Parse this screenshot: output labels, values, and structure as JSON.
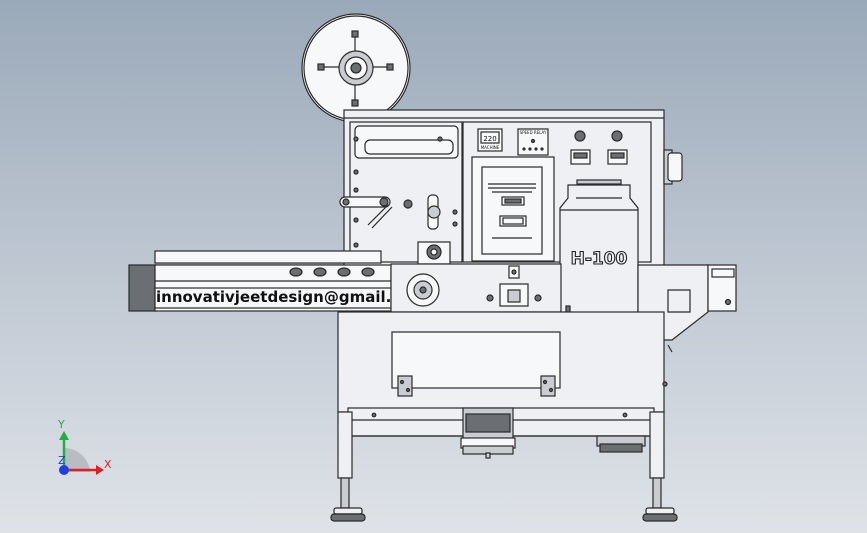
{
  "machine": {
    "model_label": "H-100",
    "email_label": "innovativjeetdesign@gmail.com",
    "panel_display_value": "220",
    "panel_small_label": "MACHINE",
    "panel_right_label": "SPEED RELAY"
  },
  "axis_triad": {
    "x_label": "X",
    "y_label": "Y",
    "z_label": "Z",
    "x_color": "#e02020",
    "y_color": "#20b040",
    "z_color": "#2040e0"
  },
  "colors": {
    "background_top": "#9aa9b9",
    "background_bottom": "#dfe3e8",
    "line": "#2a2a2a",
    "body_fill": "#eef0f3"
  }
}
